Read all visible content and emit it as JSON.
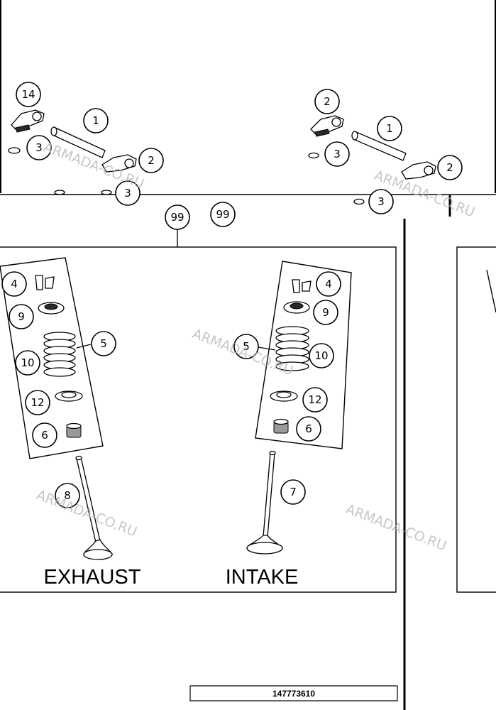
{
  "labels": {
    "exhaust": "EXHAUST",
    "intake": "INTAKE"
  },
  "reference_number": "147773610",
  "watermark_text": "ARMADA-CO.RU",
  "callouts": {
    "top_left": [
      "14",
      "1",
      "3",
      "2",
      "3"
    ],
    "top_right": [
      "2",
      "1",
      "3",
      "2",
      "3"
    ],
    "connector": [
      "99",
      "99"
    ],
    "exhaust": [
      "4",
      "9",
      "5",
      "10",
      "12",
      "6",
      "8"
    ],
    "intake": [
      "4",
      "9",
      "5",
      "10",
      "12",
      "6",
      "7"
    ]
  },
  "colors": {
    "line": "#000000",
    "background": "#ffffff",
    "watermark": "#b4b4b4"
  }
}
